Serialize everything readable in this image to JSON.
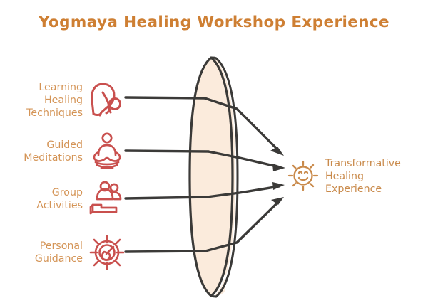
{
  "title": {
    "text": "Yogmaya Healing Workshop Experience",
    "color": "#CE7F33"
  },
  "colors": {
    "title_orange": "#CE7F33",
    "label_orange": "#D49456",
    "icon_red": "#C9504E",
    "outcome_orange": "#C98A4B",
    "lens_fill": "#FBEBDC",
    "lens_stroke": "#3B3A38",
    "arrow": "#3B3A38",
    "background": "#FFFFFF"
  },
  "inputs": [
    {
      "id": "learning-healing-techniques",
      "lines": [
        "Learning",
        "Healing",
        "Techniques"
      ],
      "icon": "forward-fold-yoga-pose-icon"
    },
    {
      "id": "guided-meditations",
      "lines": [
        "Guided",
        "Meditations"
      ],
      "icon": "seated-meditation-icon"
    },
    {
      "id": "group-activities",
      "lines": [
        "Group",
        "Activities"
      ],
      "icon": "group-people-icon"
    },
    {
      "id": "personal-guidance",
      "lines": [
        "Personal",
        "Guidance"
      ],
      "icon": "target-dart-icon"
    }
  ],
  "center": {
    "shape": "lens-disc",
    "label": ""
  },
  "outcome": {
    "id": "transformative-healing-experience",
    "lines": [
      "Transformative",
      "Healing",
      "Experience"
    ],
    "icon": "smiling-sun-icon"
  }
}
